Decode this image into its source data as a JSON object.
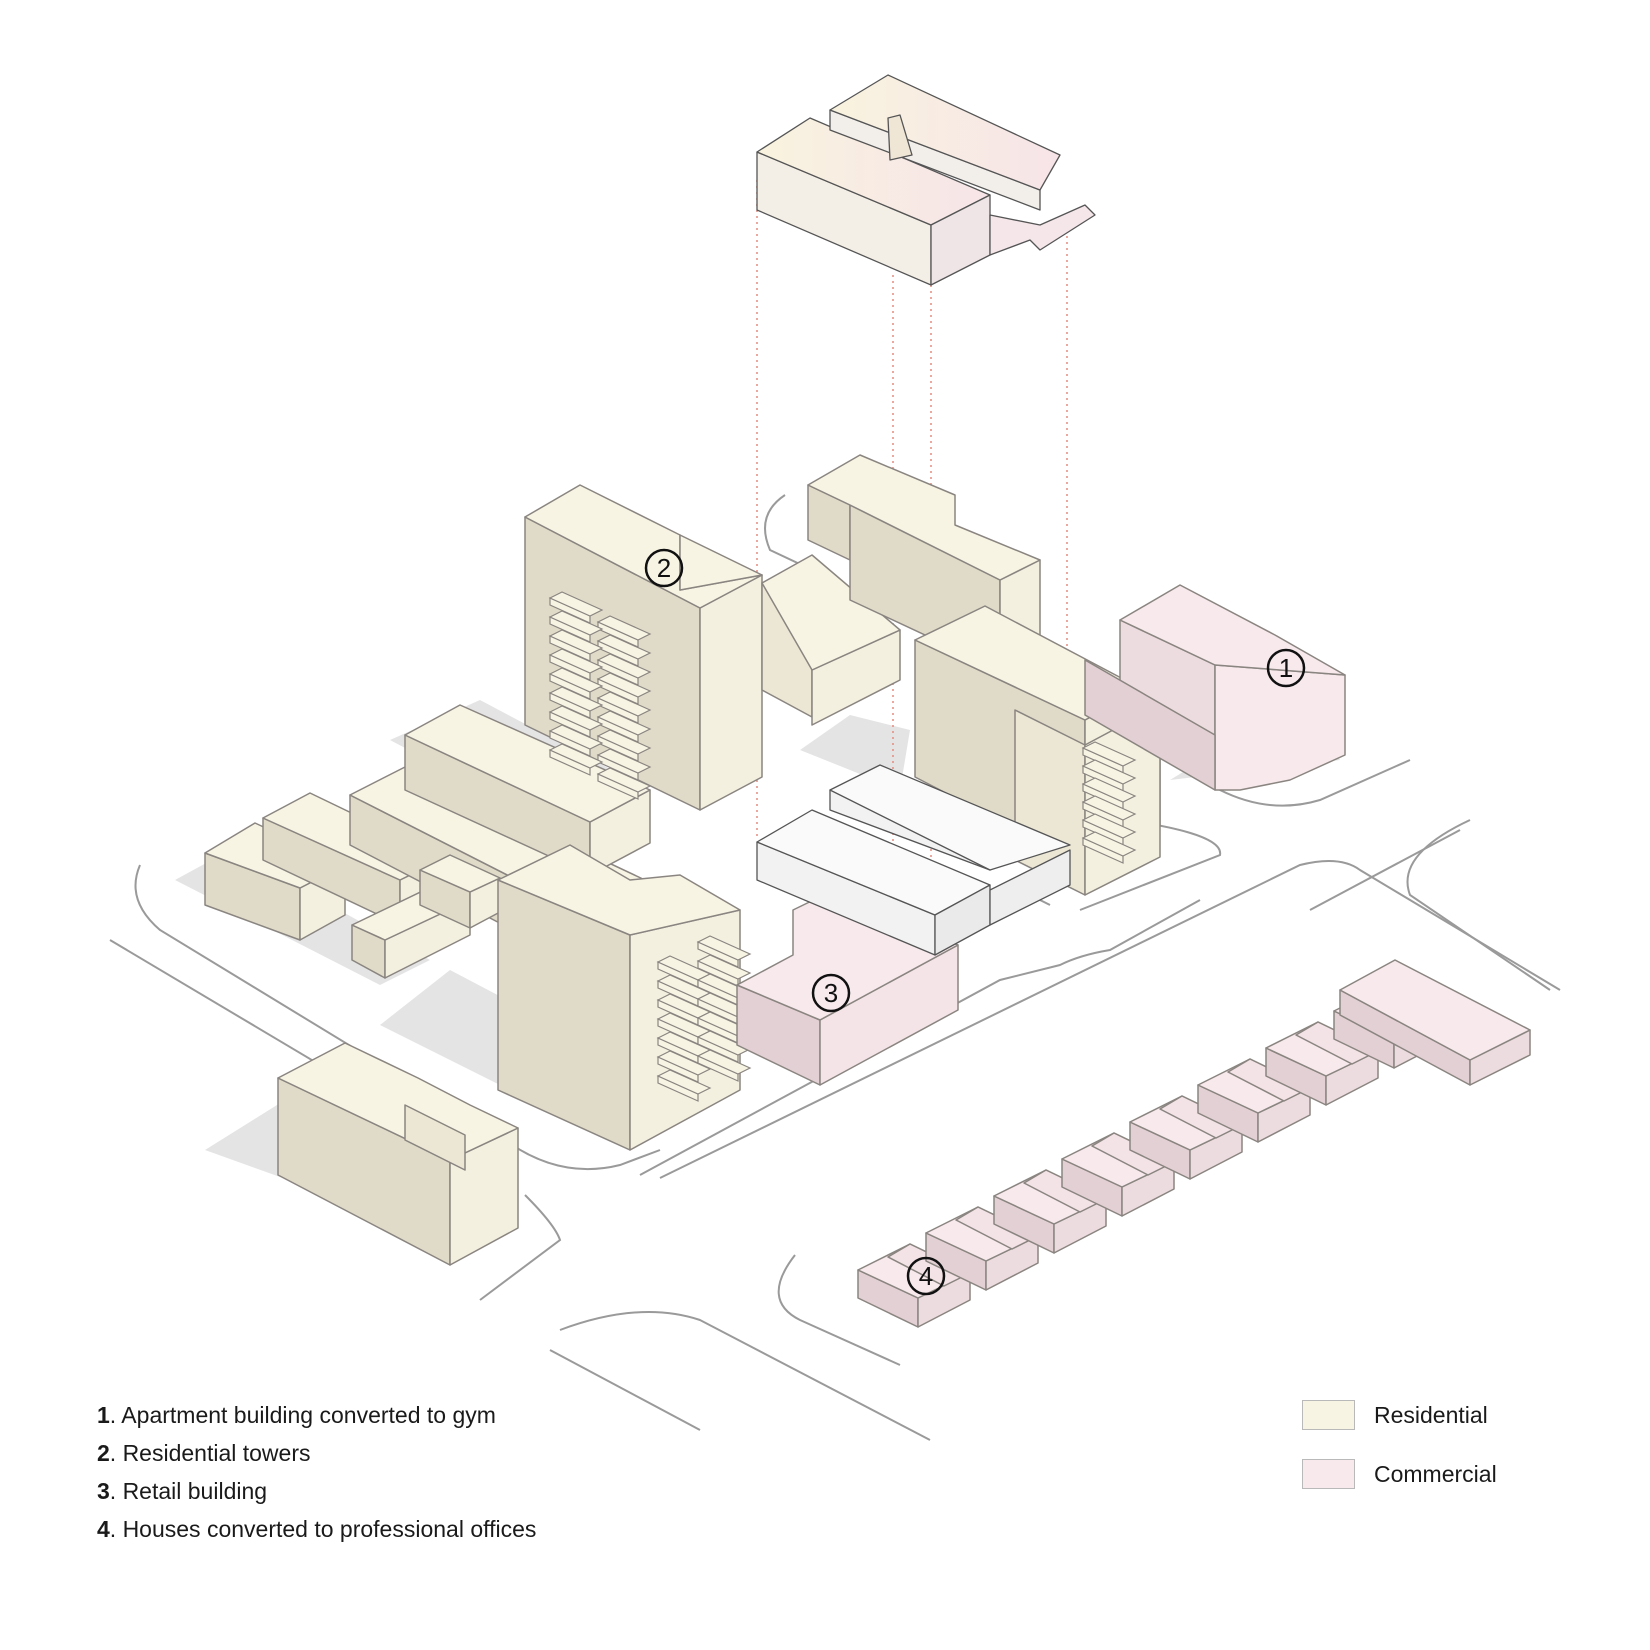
{
  "colors": {
    "residential": "#f8f4e4",
    "residential_side": "#ece7d5",
    "residential_shade": "#e0dbc8",
    "commercial": "#f7e9ec",
    "commercial_side": "#eddcdf",
    "commercial_shade": "#e3d0d4",
    "outline": "#8a8580",
    "shadow": "#e4e4e4",
    "street": "#9a9a9a",
    "projection": "#e58a7f"
  },
  "markers": [
    "1",
    "2",
    "3",
    "4"
  ],
  "notes": [
    {
      "num": "1",
      "text": ". Apartment building converted to gym"
    },
    {
      "num": "2",
      "text": ". Residential towers"
    },
    {
      "num": "3",
      "text": ". Retail building"
    },
    {
      "num": "4",
      "text": ". Houses converted to professional offices"
    }
  ],
  "legend": [
    {
      "label": "Residential",
      "color": "#f8f4e4"
    },
    {
      "label": "Commercial",
      "color": "#f7e9ec"
    }
  ]
}
